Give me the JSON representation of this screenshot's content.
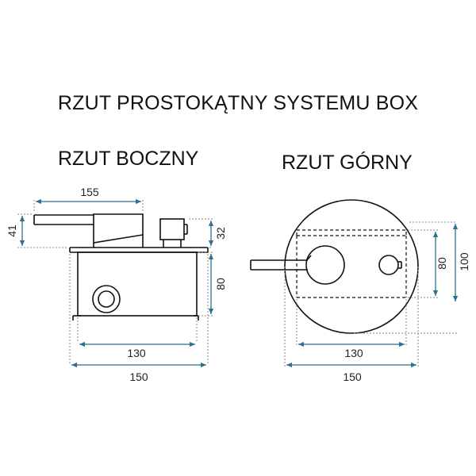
{
  "title": "RZUT PROSTOKĄTNY SYSTEMU BOX",
  "side_view": {
    "label": "RZUT BOCZNY",
    "dims": {
      "lever_length": "155",
      "lever_height": "41",
      "top_height": "32",
      "box_height": "80",
      "inner_width": "130",
      "outer_width": "150"
    }
  },
  "top_view": {
    "label": "RZUT GÓRNY",
    "dims": {
      "inner_height": "80",
      "outer_height": "100",
      "inner_width": "130",
      "outer_width": "150"
    }
  },
  "colors": {
    "drawing": "#111111",
    "dimension_line": "#2f6f8f",
    "dotted_guide": "#888888"
  }
}
